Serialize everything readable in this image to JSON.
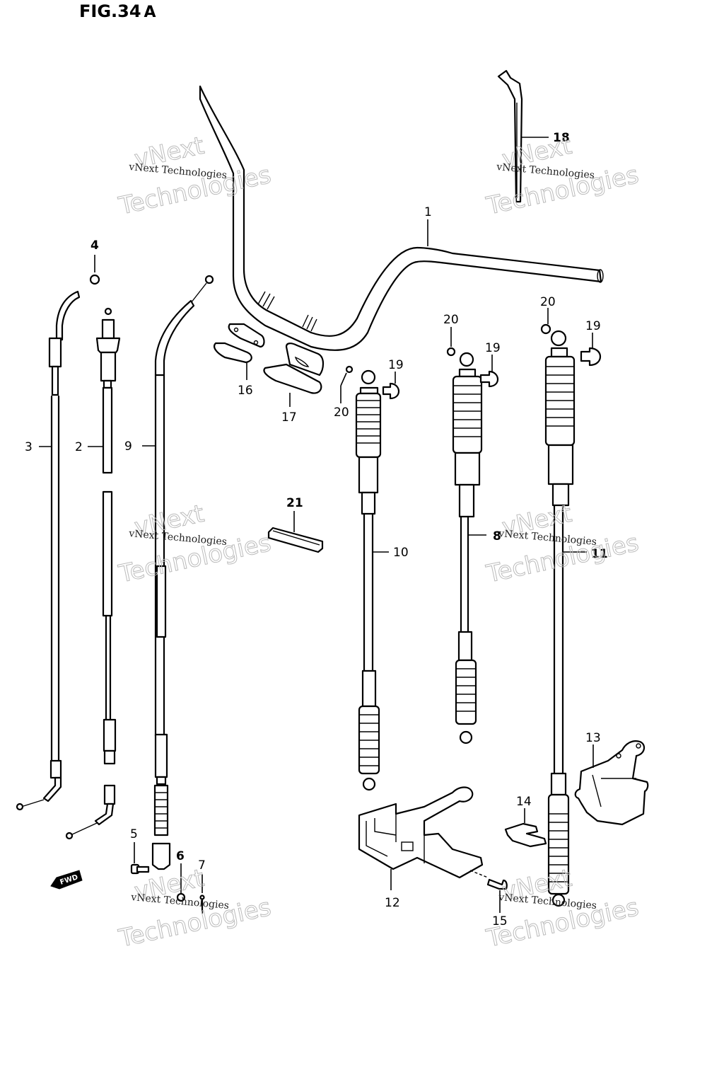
{
  "figure": {
    "title": "FIG.34",
    "suffix": "A"
  },
  "callouts": {
    "c1": "1",
    "c2": "2",
    "c3": "3",
    "c4": "4",
    "c5": "5",
    "c6": "6",
    "c7": "7",
    "c8": "8",
    "c9": "9",
    "c10": "10",
    "c11": "11",
    "c12": "12",
    "c13": "13",
    "c14": "14",
    "c15": "15",
    "c16": "16",
    "c17": "17",
    "c18": "18",
    "c19a": "19",
    "c19b": "19",
    "c19c": "19",
    "c20a": "20",
    "c20b": "20",
    "c20c": "20",
    "c21": "21"
  },
  "forward_marker": "FWD",
  "watermark": {
    "line_small": "vNext Technologies",
    "line_big_1": "vNext",
    "line_big_2": "Technologies"
  }
}
